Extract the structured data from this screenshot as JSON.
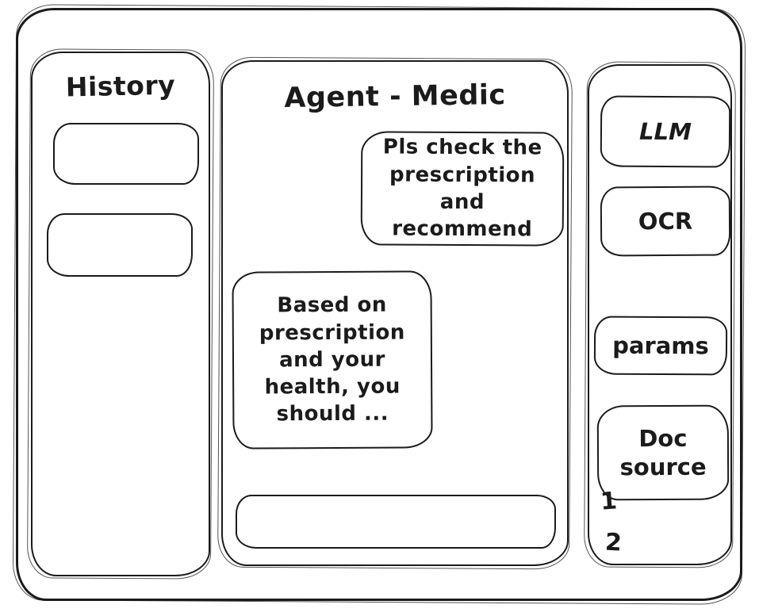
{
  "window": {
    "ink_color": "#1b1b1b",
    "background_color": "#ffffff"
  },
  "history_panel": {
    "title": "History",
    "items": [
      {
        "label": ""
      },
      {
        "label": ""
      }
    ]
  },
  "chat_panel": {
    "title": "Agent - Medic",
    "user_message": "Pls check the\nprescription\nand recommend",
    "agent_message": "Based on\nprescription\nand your\nhealth, you\nshould ...",
    "input": {
      "value": "",
      "placeholder": ""
    }
  },
  "tools_panel": {
    "buttons": [
      {
        "label": "LLM"
      },
      {
        "label": "OCR"
      },
      {
        "label": "params"
      },
      {
        "label": "Doc source"
      }
    ],
    "doc_source_items": [
      {
        "label": "1"
      },
      {
        "label": "2"
      }
    ]
  }
}
